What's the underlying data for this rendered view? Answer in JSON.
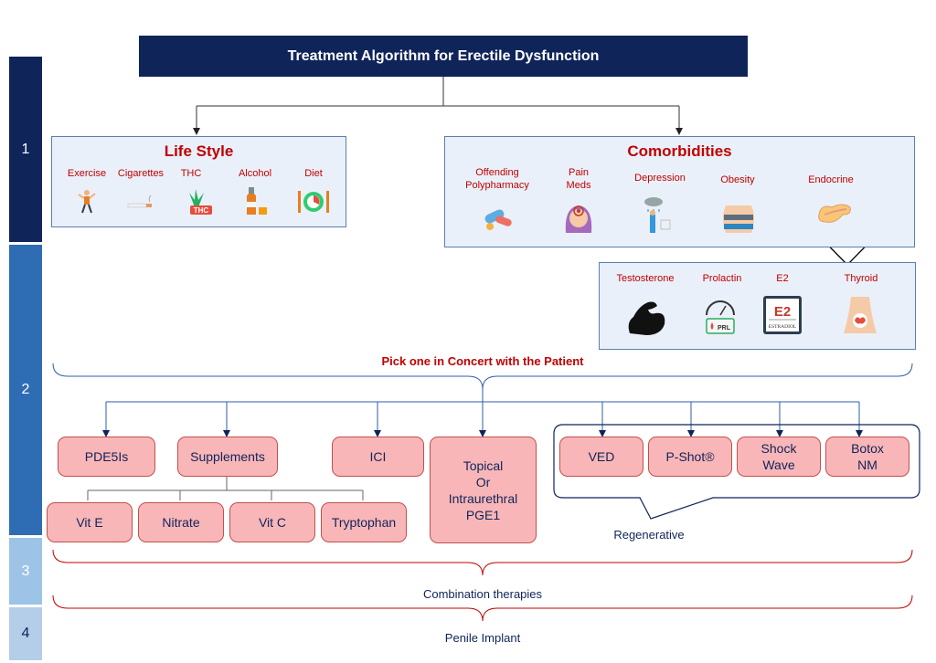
{
  "title": "Treatment Algorithm for Erectile Dysfunction",
  "steps": [
    "1",
    "2",
    "3",
    "4"
  ],
  "lifestyle": {
    "title": "Life Style",
    "items": [
      "Exercise",
      "Cigarettes",
      "THC",
      "Alcohol",
      "Diet"
    ],
    "icons": [
      "exercise-icon",
      "cigarette-icon",
      "cannabis-icon",
      "alcohol-bottle-icon",
      "diet-plate-icon"
    ]
  },
  "comorbidities": {
    "title": "Comorbidities",
    "items": [
      "Offending\nPolypharmacy",
      "Pain\nMeds",
      "Depression",
      "Obesity",
      "Endocrine"
    ],
    "icons": [
      "pills-icon",
      "pain-face-icon",
      "depression-rain-icon",
      "obesity-belly-icon",
      "pancreas-icon"
    ]
  },
  "endocrine": {
    "items": [
      "Testosterone",
      "Prolactin",
      "E2",
      "Thyroid"
    ],
    "icons": [
      "muscle-arm-icon",
      "prolactin-gauge-icon",
      "estradiol-icon",
      "thyroid-icon"
    ],
    "prl_text": "PRL",
    "e2_text": "E2",
    "estradiol_text": "ESTRADIOL",
    "thc_text": "THC"
  },
  "pick_text": "Pick one in Concert with the Patient",
  "treatments": {
    "pde5is": "PDE5Is",
    "supplements": "Supplements",
    "ici": "ICI",
    "topical": "Topical\nOr\nIntraurethral\nPGE1",
    "vit_e": "Vit E",
    "nitrate": "Nitrate",
    "vit_c": "Vit C",
    "tryptophan": "Tryptophan",
    "ved": "VED",
    "pshot": "P-Shot®",
    "shockwave": "Shock\nWave",
    "botox": "Botox\nNM"
  },
  "regenerative": "Regenerative",
  "combination": "Combination therapies",
  "implant": "Penile Implant",
  "colors": {
    "navy": "#0f2459",
    "red": "#c00000",
    "box_fill": "#f9b6b8",
    "panel_fill": "#eaf0f9",
    "step1": "#0f2459",
    "step2": "#2e6db4",
    "step3": "#9dc3e6",
    "step4": "#b4cde8"
  }
}
